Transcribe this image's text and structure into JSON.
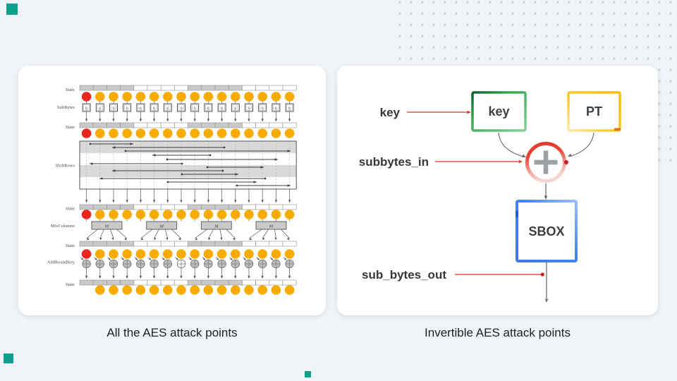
{
  "slide": {
    "background": "#f0f4f8"
  },
  "decorations": {
    "dot_grid_color": "#c7cbd1",
    "accent_square_color": "#0ea08d"
  },
  "left_panel": {
    "caption": "All the AES attack points",
    "diagram": {
      "row_labels": [
        "State",
        "SubBytes",
        "State",
        "ShiftRows",
        "State",
        "MixColumns",
        "State",
        "AddRoundKey",
        "State"
      ],
      "sbox_letter": "S",
      "mix_letter": "M",
      "columns": 16,
      "red_attack_column": 1,
      "white_xor_column": 8,
      "bottom_row_start_column": 2,
      "colors": {
        "attack_point_yellow": "#F9AB00",
        "attack_point_red": "#E8251F",
        "state_cell_gray": "#C9C9C9",
        "band_gray": "#D9D9D9",
        "xor_gray": "#BDBDBD",
        "line_gray": "#555555"
      }
    }
  },
  "right_panel": {
    "caption": "Invertible AES attack points",
    "pointer_labels": {
      "key": "key",
      "subbytes_in": "subbytes_in",
      "sub_bytes_out": "sub_bytes_out"
    },
    "nodes": {
      "key_box": "key",
      "pt_box": "PT",
      "xor_symbol": "+",
      "sbox_box": "SBOX"
    },
    "colors": {
      "key_box_green": "#34A853",
      "pt_box_yellow": "#FBBC04",
      "sbox_box_blue": "#4285F4",
      "xor_ring_red": "#EA4335",
      "pointer_line_red": "#D93025",
      "flow_arrow_gray": "#5F6368",
      "plus_gray": "#9AA0A6"
    }
  }
}
